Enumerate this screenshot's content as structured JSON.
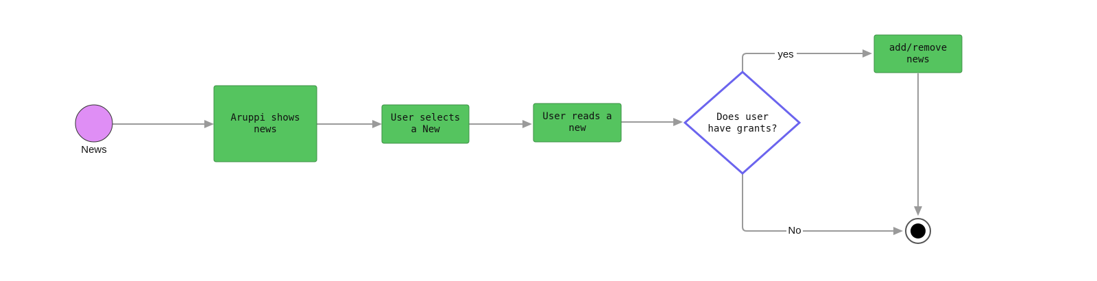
{
  "diagram": {
    "start": {
      "label": "News",
      "fill": "#df8ef5"
    },
    "steps": [
      {
        "line1": "Aruppi shows",
        "line2": "news"
      },
      {
        "line1": "User selects",
        "line2": "a New"
      },
      {
        "line1": "User reads a",
        "line2": "new"
      }
    ],
    "decision": {
      "line1": "Does user",
      "line2": "have grants?",
      "stroke": "#6b64ee"
    },
    "action": {
      "line1": "add/remove",
      "line2": "news"
    },
    "edges": {
      "yes_label": "yes",
      "no_label": "No"
    },
    "colors": {
      "box_fill": "#55c45f",
      "edge": "#9a9a9a"
    }
  }
}
